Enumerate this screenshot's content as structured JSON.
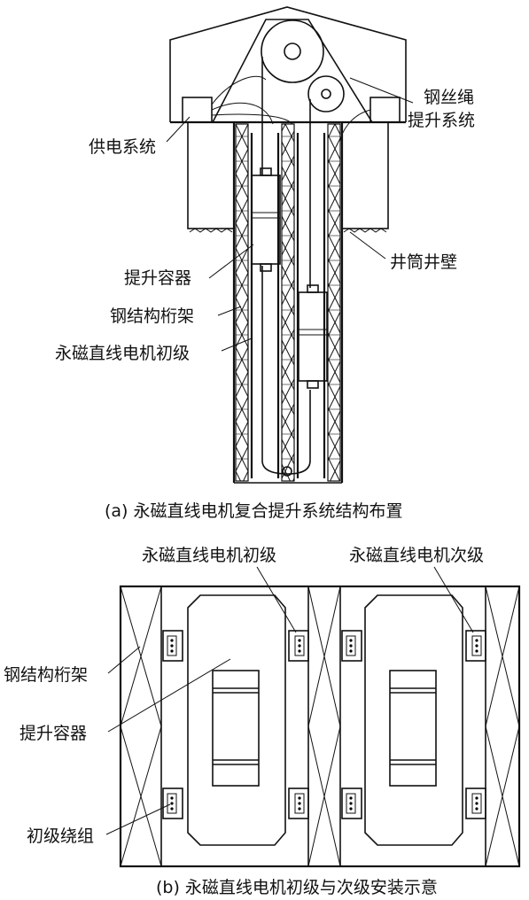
{
  "figure_a": {
    "caption": "(a)  永磁直线电机复合提升系统结构布置",
    "labels": {
      "power_supply": "供电系统",
      "rope_hoist_1": "钢丝绳",
      "rope_hoist_2": "提升系统",
      "shaft_wall": "井筒井壁",
      "container": "提升容器",
      "steel_truss": "钢结构桁架",
      "motor_primary": "永磁直线电机初级"
    }
  },
  "figure_b": {
    "caption": "(b)  永磁直线电机初级与次级安装示意",
    "labels": {
      "motor_primary": "永磁直线电机初级",
      "motor_secondary": "永磁直线电机次级",
      "steel_truss": "钢结构桁架",
      "container": "提升容器",
      "primary_winding": "初级绕组"
    }
  }
}
